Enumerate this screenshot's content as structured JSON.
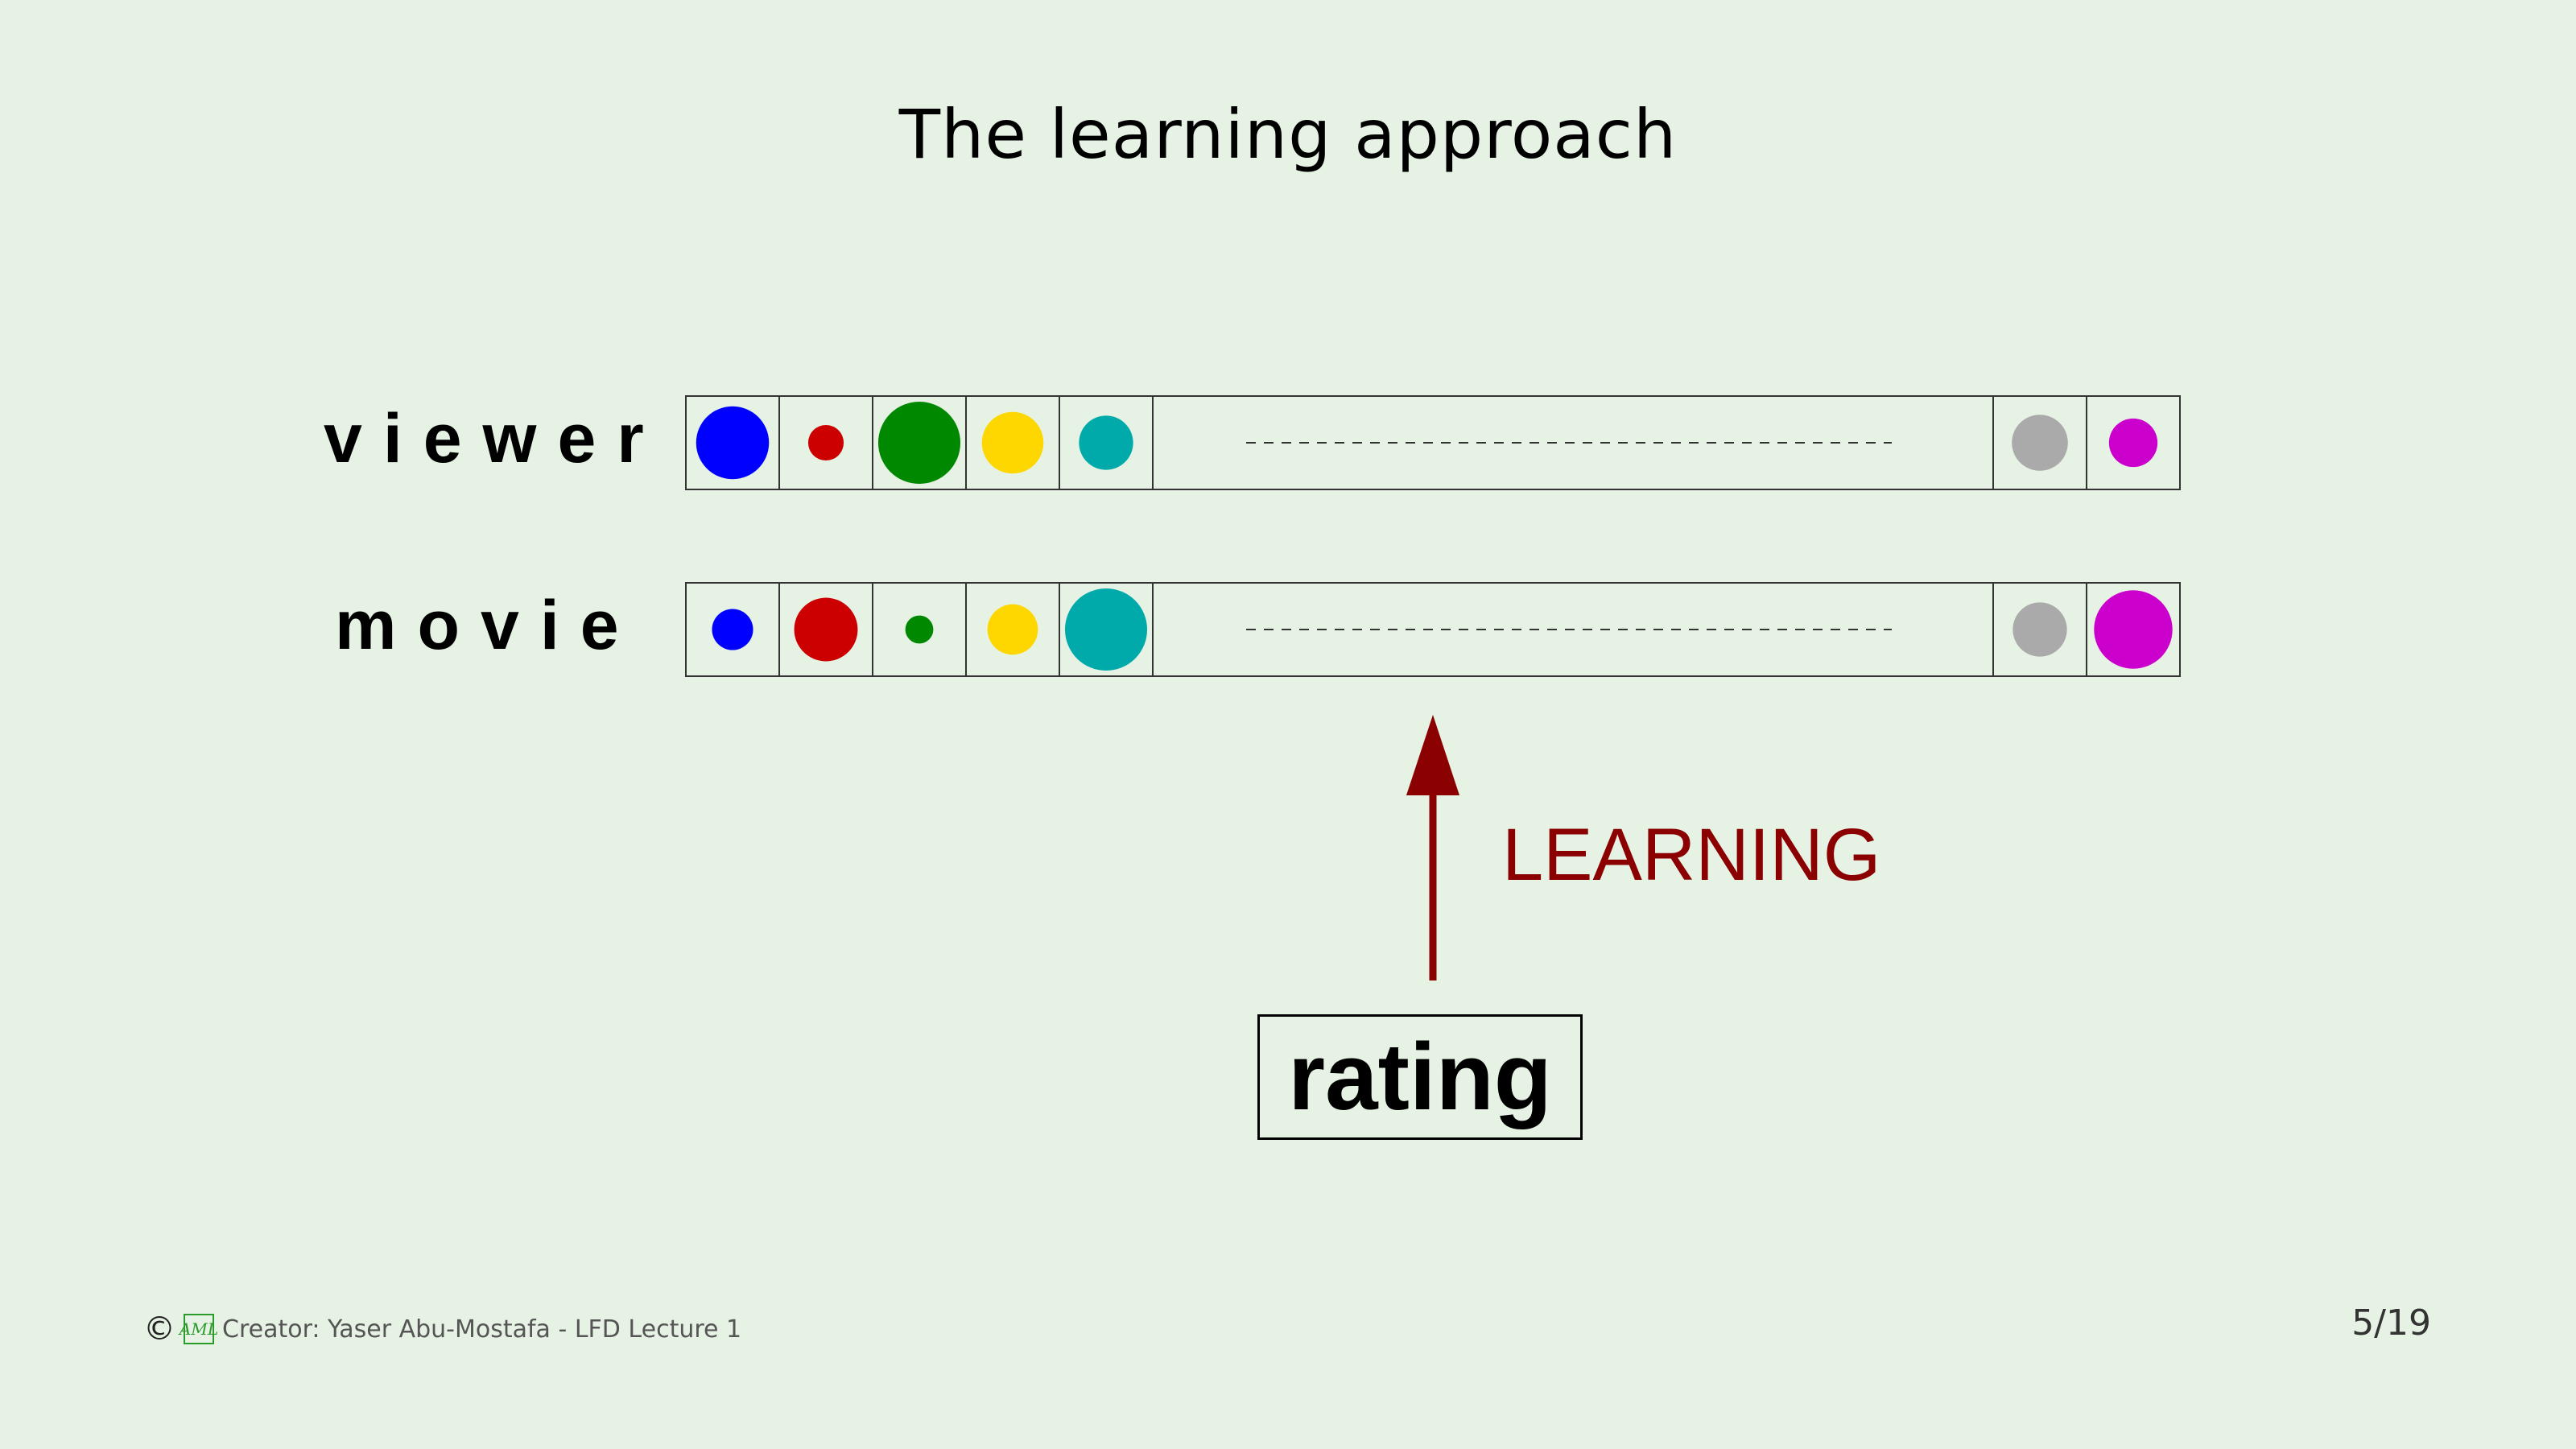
{
  "slide": {
    "title": "The learning approach",
    "page": "5/19"
  },
  "diagram": {
    "rows": [
      {
        "label": "viewer",
        "cells": [
          {
            "color": "#0000ff",
            "size": 0.78
          },
          {
            "color": "#cc0000",
            "size": 0.38
          },
          {
            "color": "#008800",
            "size": 0.88
          },
          {
            "color": "#ffd700",
            "size": 0.66
          },
          {
            "color": "#00aaaa",
            "size": 0.58
          }
        ],
        "tail_cells": [
          {
            "color": "#aaaaaa",
            "size": 0.6
          },
          {
            "color": "#cc00cc",
            "size": 0.52
          }
        ]
      },
      {
        "label": "movie",
        "cells": [
          {
            "color": "#0000ff",
            "size": 0.44
          },
          {
            "color": "#cc0000",
            "size": 0.68
          },
          {
            "color": "#008800",
            "size": 0.3
          },
          {
            "color": "#ffd700",
            "size": 0.54
          },
          {
            "color": "#00aaaa",
            "size": 0.88
          }
        ],
        "tail_cells": [
          {
            "color": "#aaaaaa",
            "size": 0.58
          },
          {
            "color": "#cc00cc",
            "size": 0.84
          }
        ]
      }
    ],
    "arrow_label": "LEARNING",
    "arrow_color": "#8b0000",
    "rating_label": "rating"
  },
  "footer": {
    "copyright_symbol": "©",
    "logo_text": "AML",
    "credit": "Creator: Yaser Abu-Mostafa - LFD Lecture 1"
  }
}
